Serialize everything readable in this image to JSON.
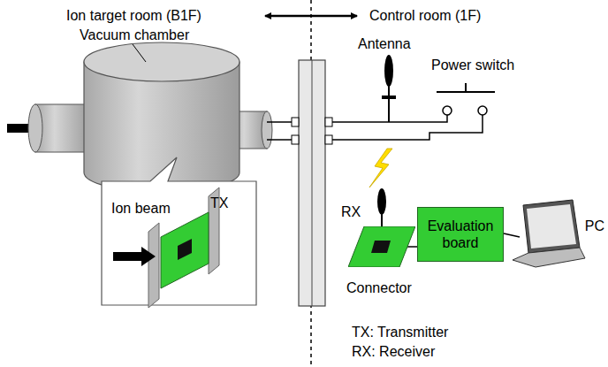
{
  "diagram": {
    "nodes": [
      {
        "text": [
          "RX"
        ]
      },
      {
        "text": [
          "Evaluation board"
        ]
      }
    ],
    "edges": [
      {
        "from": 0,
        "to": 1,
        "arrow": "none"
      }
    ],
    "labels": [
      "Ion target room (B1F)",
      "Control room (1F)",
      "Vacuum chamber",
      "Antenna",
      "Power switch",
      "Ion beam",
      "TX",
      "PC",
      "Connector",
      "TX: Transmitter",
      "RX: Receiver"
    ]
  }
}
